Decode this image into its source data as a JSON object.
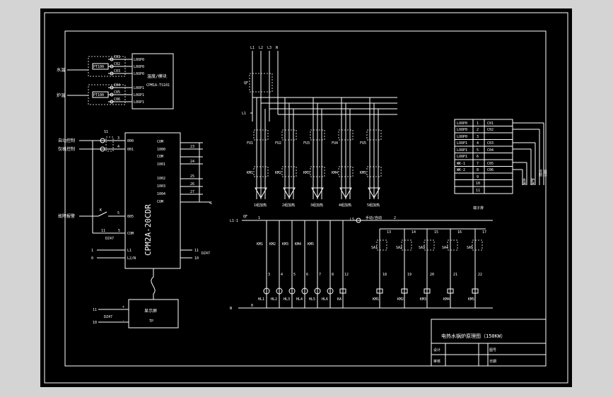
{
  "title_block": {
    "title": "电热水锅炉原理图（150KW）",
    "design_label": "设计",
    "review_label": "审核",
    "drawing_no_label": "图号",
    "date_label": "日期"
  },
  "left_panel": {
    "sensor1_label": "水温",
    "sensor2_label": "炉温",
    "rtd1": "PT100",
    "rtd2": "PT100",
    "sensor_terms": [
      "C01",
      "C02",
      "C03",
      "C04",
      "C05",
      "C06"
    ],
    "temp_module_terms": [
      "L0OP0",
      "L0OP0",
      "L0OP0",
      "L0OP1",
      "L0OP1",
      "L0OP1"
    ],
    "temp_module_label": "温度/模块",
    "temp_module_model": "CPM1A-TS101",
    "inputs": [
      {
        "label": "自动控制",
        "num": "3",
        "term": "000"
      },
      {
        "label": "仅机控制",
        "num": "4",
        "term": "001"
      }
    ],
    "switch_s": "S1",
    "fault_label": "故障报警",
    "fault_k": "K",
    "fault_num": "5",
    "fault_term": "005",
    "com_num": "11",
    "com_term": "COM",
    "dz": "DZ47",
    "out_terms": [
      "COM",
      "1000",
      "COM",
      "1001",
      "1002",
      "1003",
      "1004",
      "COM"
    ],
    "out_nums": [
      "23",
      "24",
      "25",
      "26",
      "27"
    ],
    "end_num": "1",
    "plc_label": "CPM2A-20CDR",
    "pwr_terms": [
      "L1",
      "L2/N"
    ],
    "pwr_nums_left": [
      "1",
      "0"
    ],
    "pwr_nums_right": [
      "11",
      "10"
    ],
    "pwr_dz": "DZ47",
    "display_label": "显示屏",
    "display_sub": "TP",
    "display_nums": [
      "11",
      "10"
    ],
    "display_signs": [
      "+",
      "-"
    ],
    "display_dz": "DZ47"
  },
  "right_panel": {
    "phases": [
      "L1",
      "L2",
      "L3",
      "N"
    ],
    "qf_label": "QF",
    "l1_label": "L1",
    "fuses": [
      "FU1",
      "FU2",
      "FU3",
      "FU4",
      "FU5"
    ],
    "contactors": [
      "KM1",
      "KM2",
      "KM3",
      "KM4",
      "KM5"
    ],
    "heaters": [
      "1组加热",
      "2组加热",
      "3组加热",
      "4组加热",
      "5组加热"
    ],
    "ctrl_l1": "L1-1",
    "ctrl_qf": "QF",
    "ctrl_num1": "1",
    "ctrl_num2": "2",
    "ctrl_ls": "LS",
    "ctrl_relay_label": "手动/自动",
    "km_contacts": [
      "KM1",
      "KM2",
      "KM3",
      "KM4",
      "KM5"
    ],
    "lamp_nums": [
      "3",
      "4",
      "5",
      "6",
      "7",
      "8",
      "12"
    ],
    "lamps": [
      "HL1",
      "HL2",
      "HL3",
      "HL4",
      "HL5",
      "HL6",
      "KA"
    ],
    "sw_nums": [
      "13",
      "14",
      "15",
      "16",
      "17"
    ],
    "sw_labels": [
      "SA1",
      "SA2",
      "SA3",
      "SA4",
      "SA5"
    ],
    "coil_nums": [
      "18",
      "19",
      "20",
      "21",
      "22"
    ],
    "coils": [
      "KM1",
      "KM2",
      "KM3",
      "KM4",
      "KM5"
    ],
    "neutral_label": "N",
    "neutral_num": "0"
  },
  "terminal_table": {
    "rows": [
      [
        "LOOP0",
        "1",
        "C01"
      ],
      [
        "LOOP0",
        "2",
        "C02"
      ],
      [
        "LOOP0",
        "3",
        ""
      ],
      [
        "LOOP1",
        "4",
        "C03"
      ],
      [
        "LOOP1",
        "5",
        "C04"
      ],
      [
        "LOOP1",
        "6",
        ""
      ],
      [
        "WK-1",
        "7",
        "C05"
      ],
      [
        "WK-2",
        "8",
        "C06"
      ],
      [
        "",
        "9",
        ""
      ],
      [
        "",
        "10",
        ""
      ],
      [
        "",
        "11",
        ""
      ]
    ],
    "side_labels": [
      "水温",
      "炉温",
      "控制",
      "显示"
    ],
    "caption": "端子排"
  }
}
